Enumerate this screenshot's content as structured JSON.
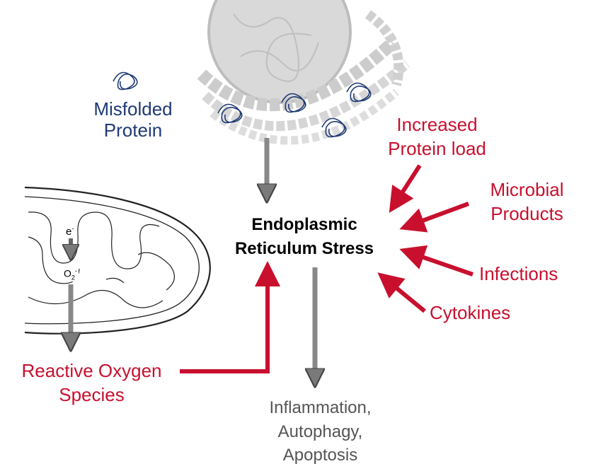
{
  "colors": {
    "stress_arrow": "#c8102e",
    "flow_arrow": "#888888",
    "protein": "#1f3a73",
    "cell_fill": "#d4d4d4"
  },
  "labels": {
    "misfolded_protein": [
      "Misfolded",
      "Protein"
    ],
    "er_stress": [
      "Endoplasmic",
      "Reticulum Stress"
    ],
    "increased_protein_load": [
      "Increased",
      "Protein load"
    ],
    "microbial_products": [
      "Microbial",
      "Products"
    ],
    "infections": "Infections",
    "cytokines": "Cytokines",
    "reactive_oxygen_species": [
      "Reactive Oxygen",
      "Species"
    ],
    "outcomes": [
      "Inflammation,",
      "Autophagy,",
      "Apoptosis"
    ],
    "electron": "e",
    "electron_sup": "-",
    "superoxide": "O",
    "superoxide_sub": "2",
    "superoxide_sup": "-"
  }
}
